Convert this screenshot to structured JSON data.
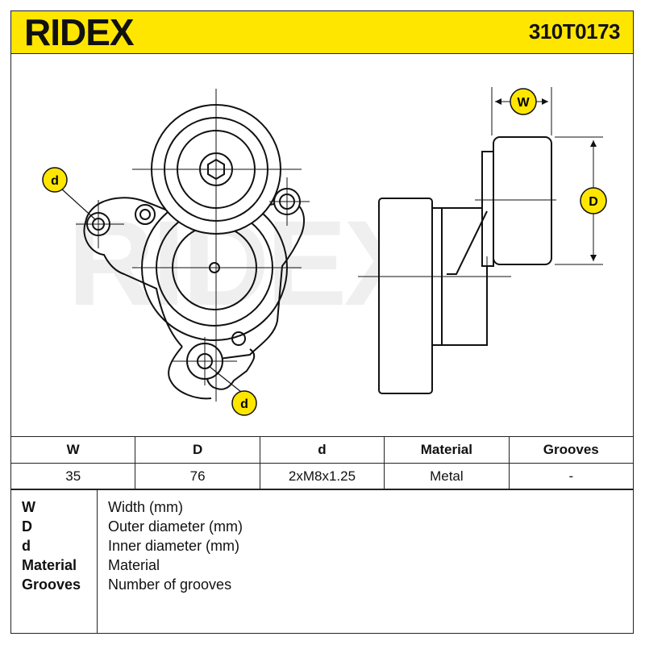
{
  "brand": {
    "logo_text": "RIDEX",
    "accent_color": "#ffe600"
  },
  "part_number": "310T0173",
  "drawing": {
    "callouts": {
      "width": "W",
      "diameter": "D",
      "bolt_left": "d",
      "bolt_bottom": "d"
    }
  },
  "specs": {
    "headers": [
      "W",
      "D",
      "d",
      "Material",
      "Grooves"
    ],
    "values": [
      "35",
      "76",
      "2xM8x1.25",
      "Metal",
      "-"
    ]
  },
  "legend": [
    {
      "key": "W",
      "desc": "Width (mm)"
    },
    {
      "key": "D",
      "desc": "Outer diameter (mm)"
    },
    {
      "key": "d",
      "desc": "Inner diameter (mm)"
    },
    {
      "key": "Material",
      "desc": "Material"
    },
    {
      "key": "Grooves",
      "desc": "Number of grooves"
    }
  ]
}
